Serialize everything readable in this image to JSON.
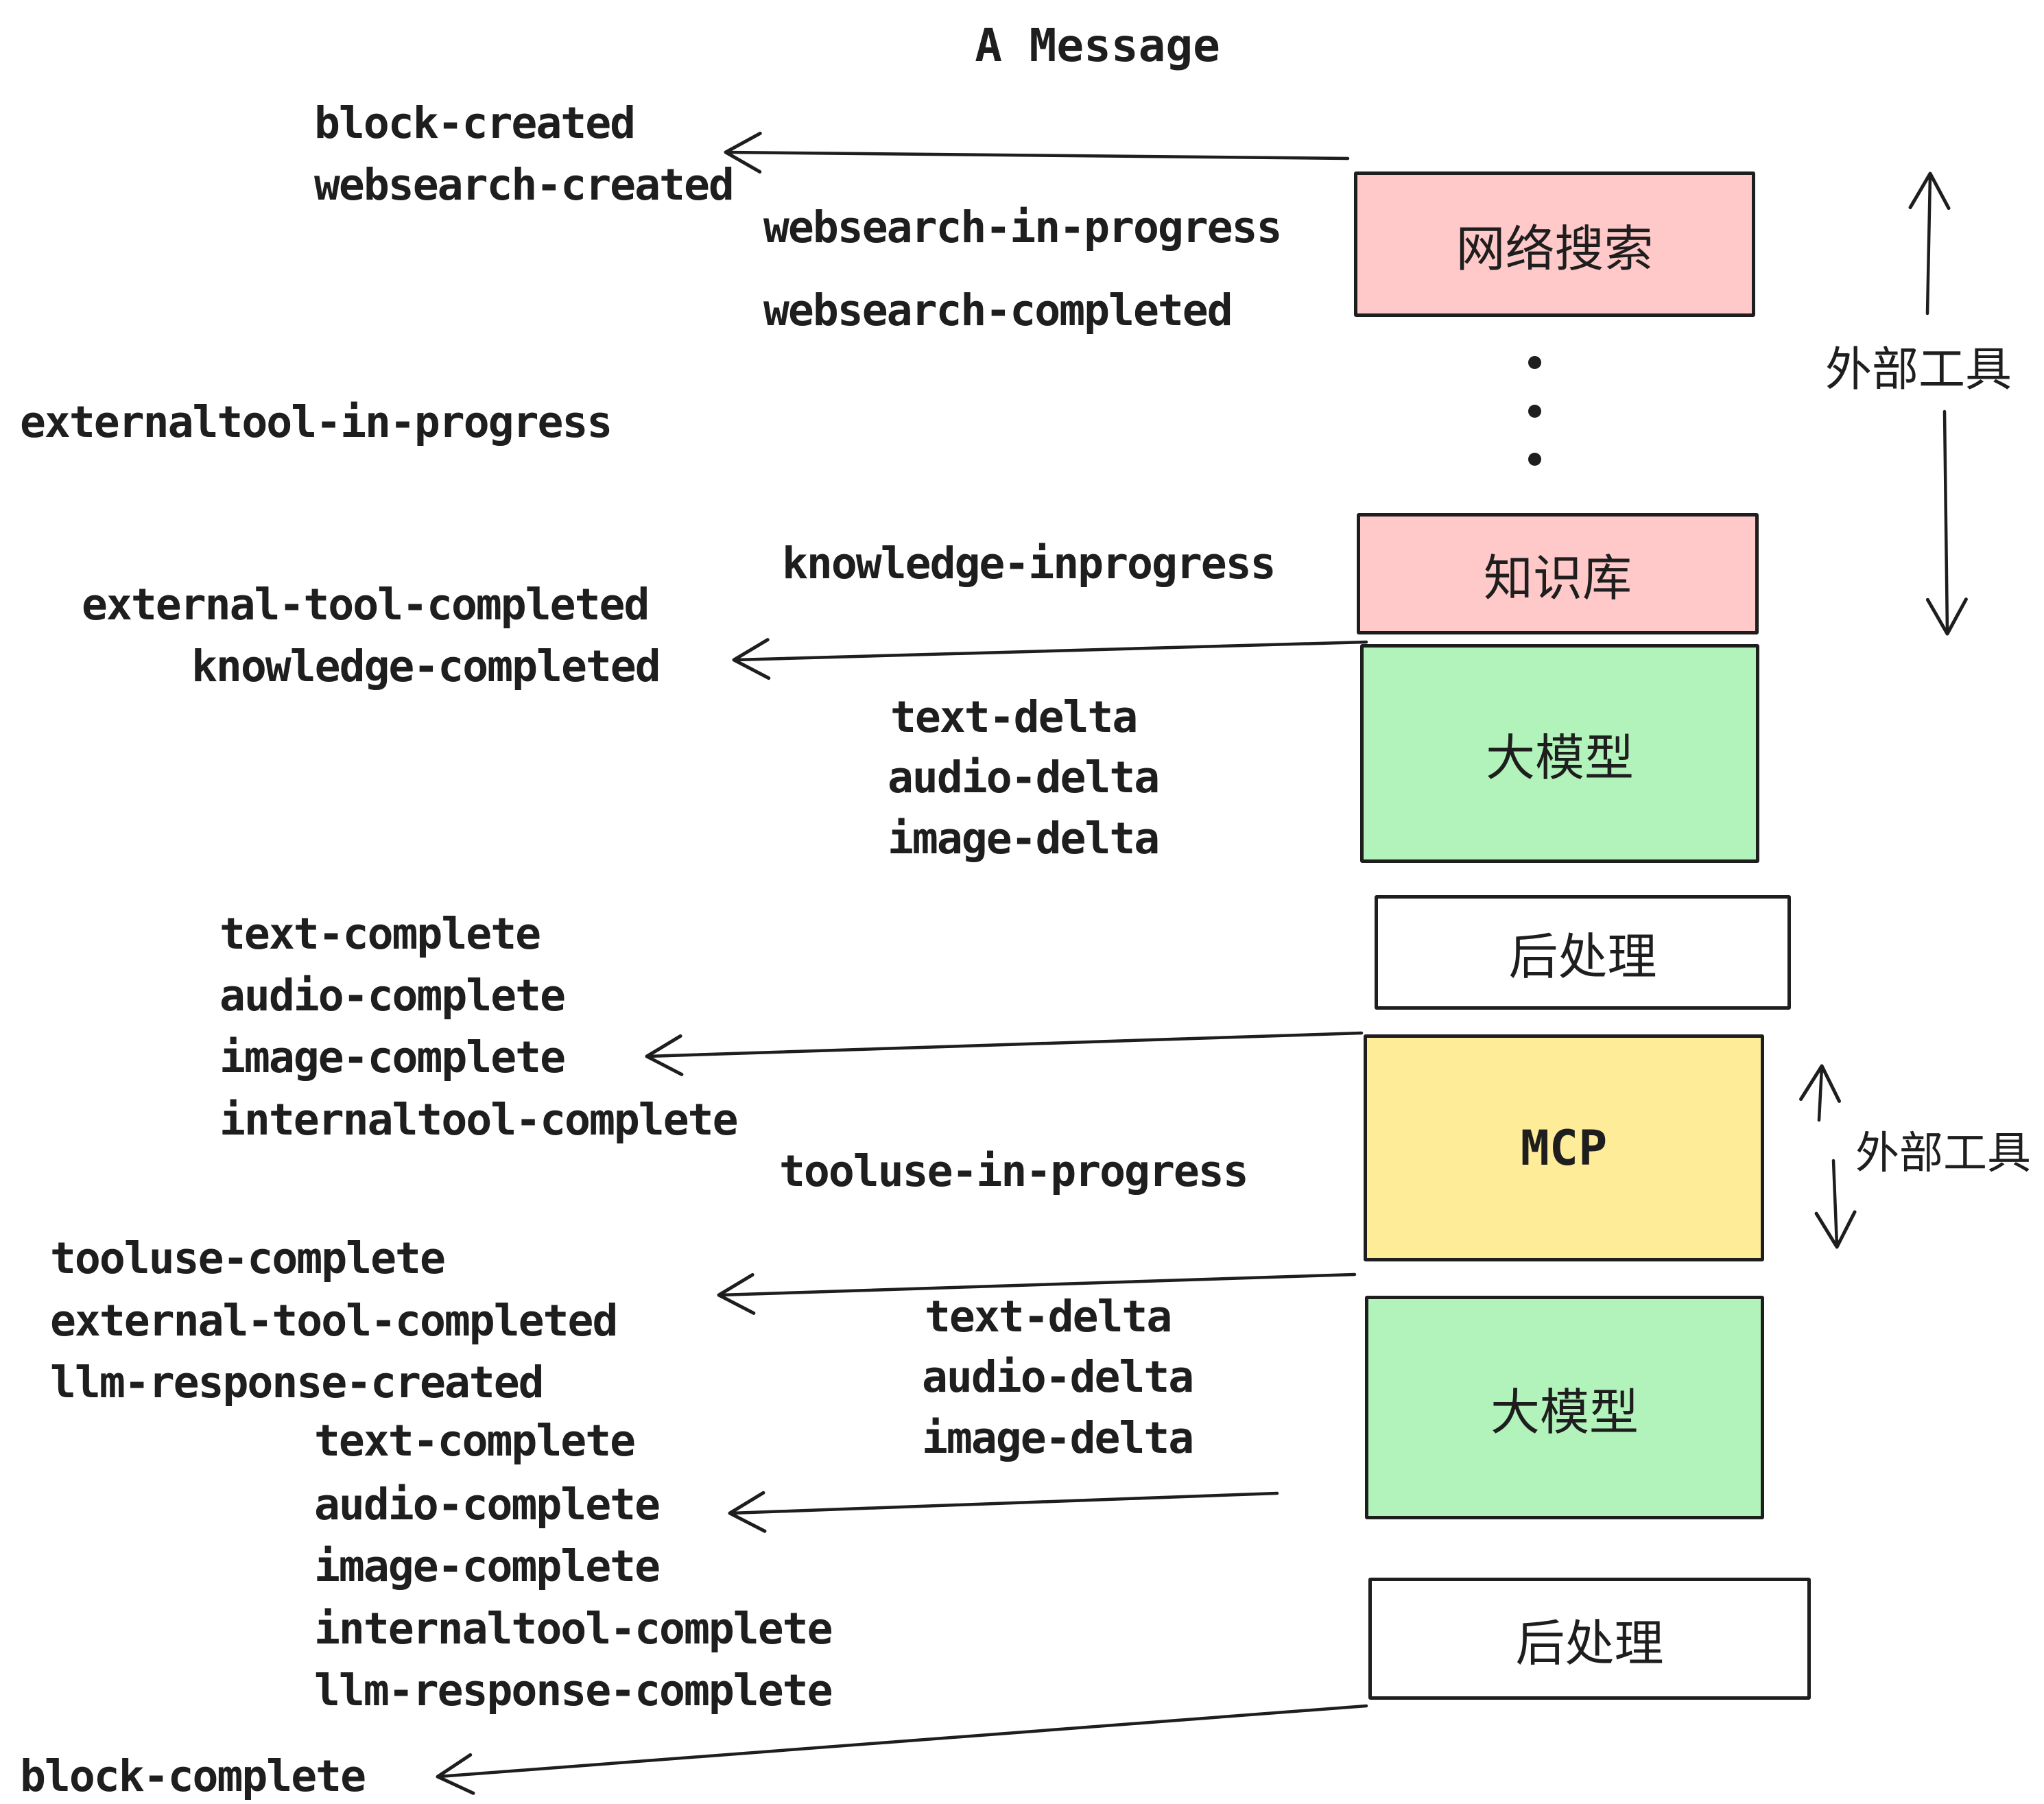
{
  "title": "A Message",
  "colors": {
    "pink": "#ffc9c9",
    "green": "#b2f2bb",
    "yellow": "#ffec99",
    "white": "#ffffff",
    "ink": "#1e1e1e"
  },
  "boxes": {
    "websearch": {
      "label": "网络搜索"
    },
    "knowledge": {
      "label": "知识库"
    },
    "llm1": {
      "label": "大模型"
    },
    "post1": {
      "label": "后处理"
    },
    "mcp": {
      "label": "MCP"
    },
    "llm2": {
      "label": "大模型"
    },
    "post2": {
      "label": "后处理"
    }
  },
  "side_annotations": {
    "top": {
      "label": "外部工具"
    },
    "bottom": {
      "label": "外部工具"
    }
  },
  "events": {
    "block_created": "block-created",
    "websearch_created": "websearch-created",
    "websearch_in_progress": "websearch-in-progress",
    "websearch_completed": "websearch-completed",
    "externaltool_in_progress": "externaltool-in-progress",
    "knowledge_inprogress": "knowledge-inprogress",
    "external_tool_completed_1": "external-tool-completed",
    "knowledge_completed": "knowledge-completed",
    "text_delta_1": "text-delta",
    "audio_delta_1": "audio-delta",
    "image_delta_1": "image-delta",
    "text_complete_1": "text-complete",
    "audio_complete_1": "audio-complete",
    "image_complete_1": "image-complete",
    "internaltool_complete_1": "internaltool-complete",
    "tooluse_in_progress": "tooluse-in-progress",
    "tooluse_complete": "tooluse-complete",
    "external_tool_completed_2": "external-tool-completed",
    "llm_response_created": "llm-response-created",
    "text_complete_2": "text-complete",
    "audio_complete_2": "audio-complete",
    "image_complete_2": "image-complete",
    "internaltool_complete_2": "internaltool-complete",
    "llm_response_complete": "llm-response-complete",
    "block_complete": "block-complete"
  }
}
